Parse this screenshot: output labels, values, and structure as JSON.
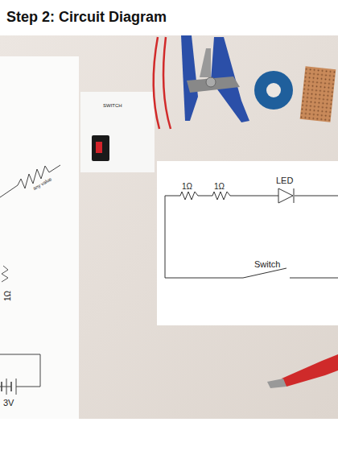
{
  "diagram": {
    "title": "Step 2: Circuit Diagram",
    "labels": [
      "SWITCH",
      "any value",
      "1Ω",
      "3V",
      "1Ω",
      "1Ω",
      "LED",
      "Switch"
    ]
  }
}
